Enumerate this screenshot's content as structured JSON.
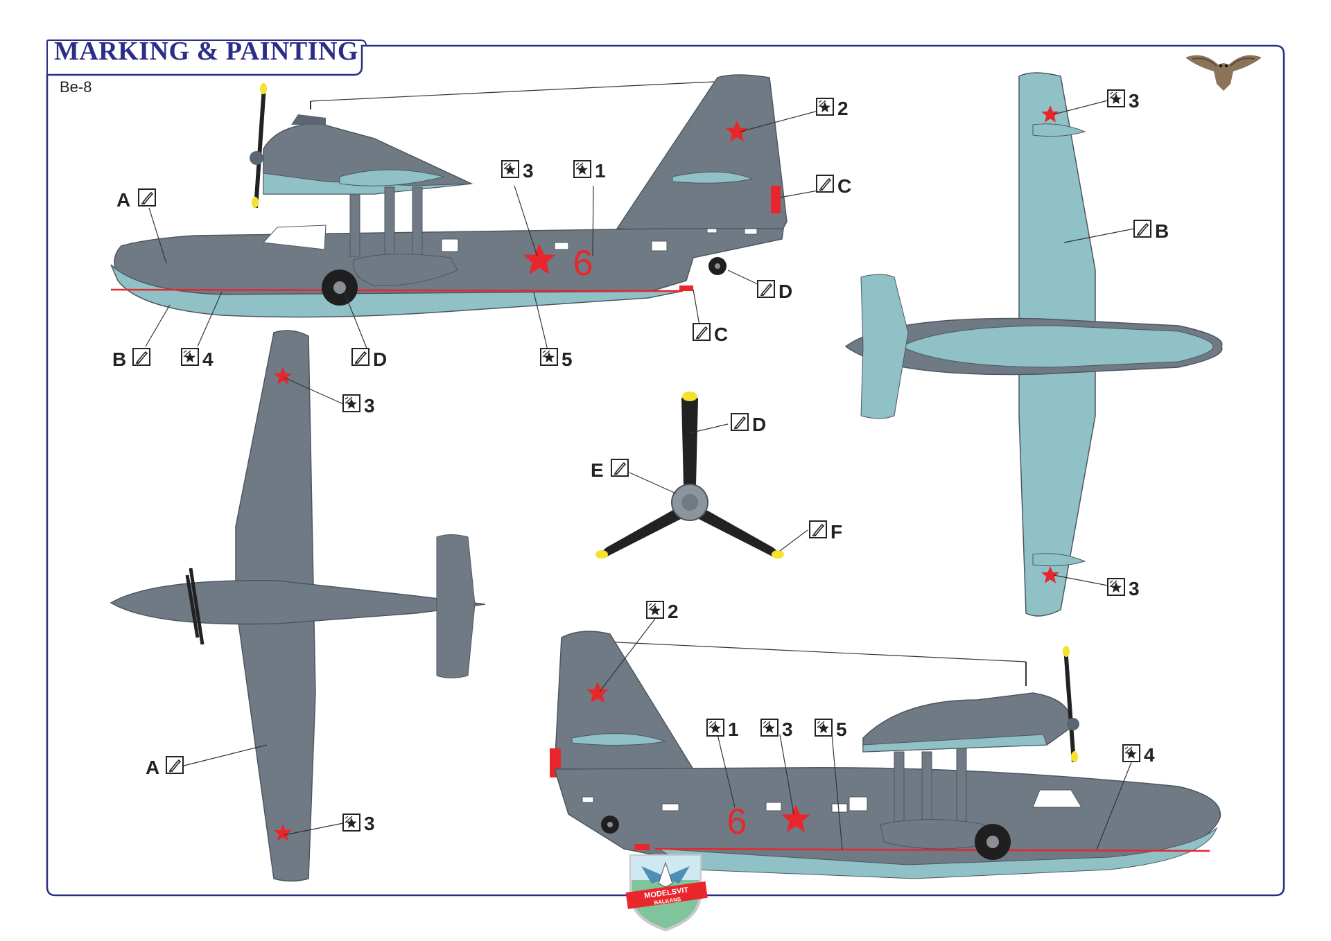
{
  "header": {
    "title": "MARKING & PAINTING",
    "model": "Be-8"
  },
  "colors": {
    "frame": "#2b2e86",
    "grey": "#6f7a84",
    "light_blue": "#8fc1c6",
    "red": "#e8262c",
    "line": "#222222"
  },
  "icons": [
    "owl-logo-icon",
    "paint-brush-icon",
    "decal-star-icon",
    "modelsvit-balkans-badge-icon"
  ],
  "callouts": {
    "side_top": {
      "a": "A",
      "b": "B",
      "c_tail": "C",
      "c_float": "C",
      "d_wheel": "D",
      "d_tailwheel": "D",
      "dec3": "3",
      "dec1": "1",
      "dec2": "2",
      "dec4": "4",
      "dec5": "5"
    },
    "plan_top": {
      "b": "B",
      "dec3_top": "3",
      "dec3_bottom": "3"
    },
    "plan_bottom": {
      "a": "A",
      "dec3_top": "3",
      "dec3_bottom": "3"
    },
    "prop": {
      "d": "D",
      "e": "E",
      "f": "F"
    },
    "side_bottom": {
      "dec2": "2",
      "dec1": "1",
      "dec3": "3",
      "dec5": "5",
      "dec4": "4"
    }
  },
  "fuselage_number": "6",
  "badge": {
    "line1": "MODELSVIT",
    "line2": "BALKANS"
  }
}
